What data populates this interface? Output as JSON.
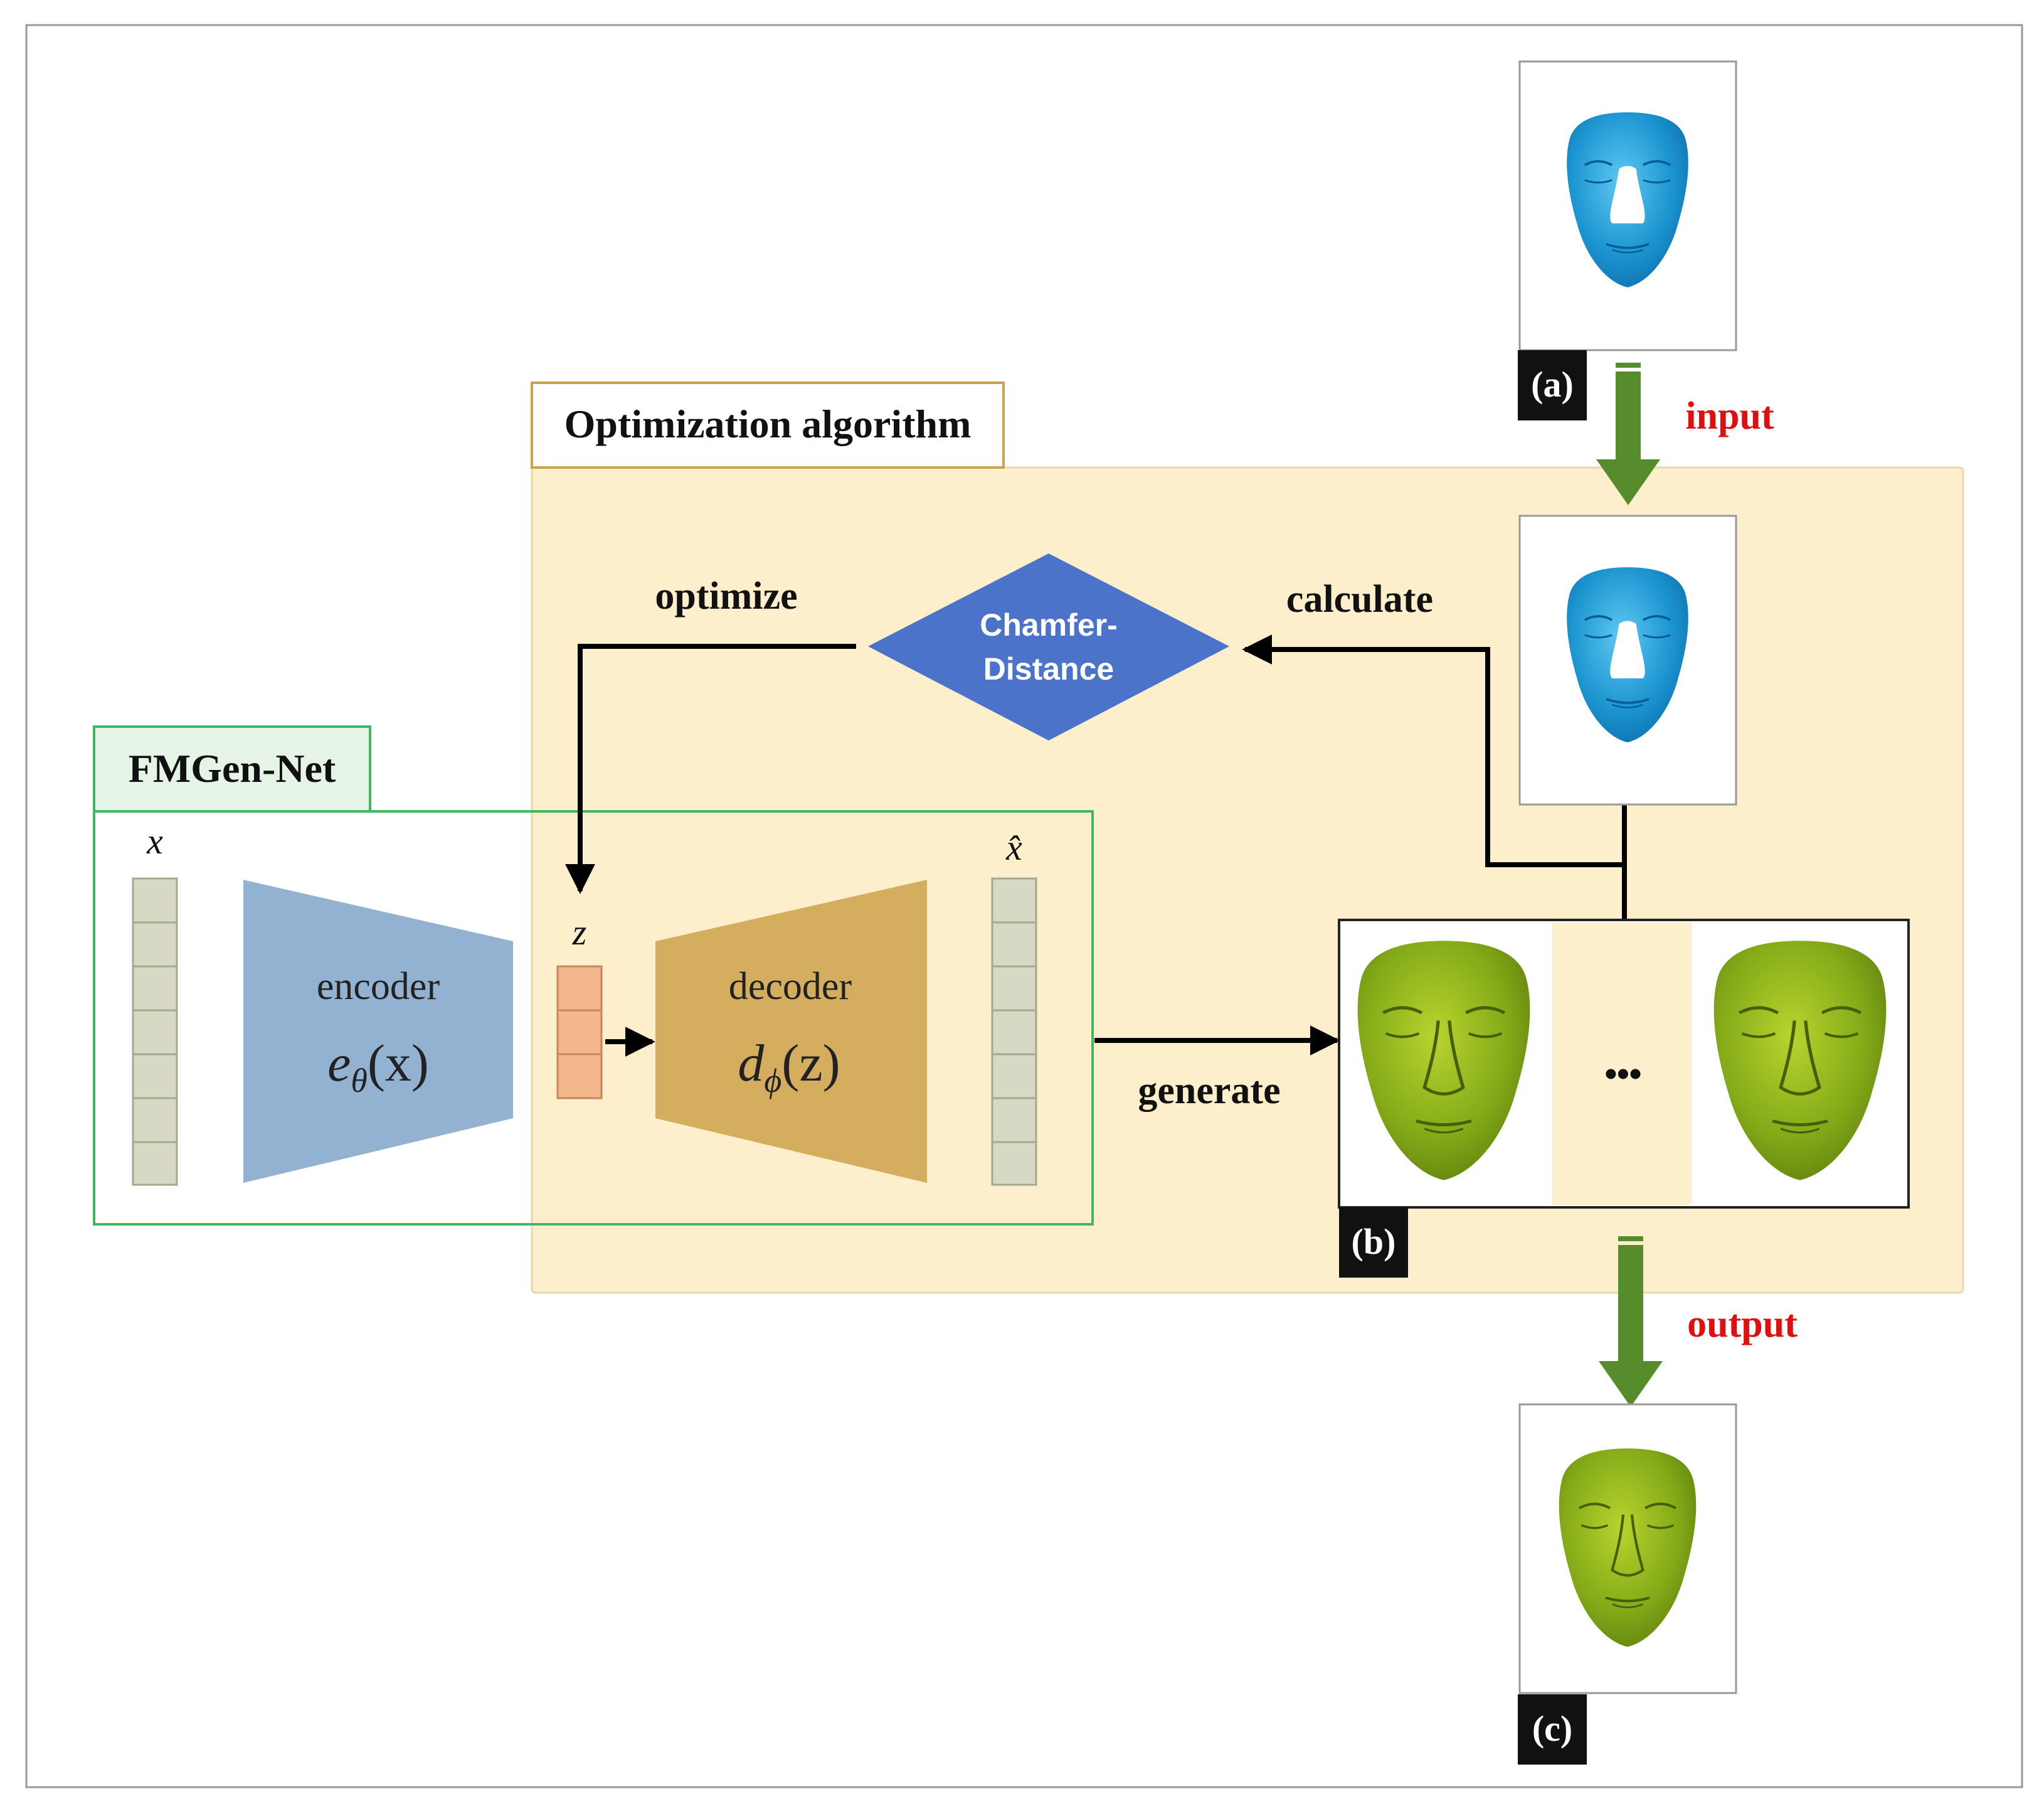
{
  "labels": {
    "optimization_algorithm": "Optimization algorithm",
    "fmgen_net": "FMGen-Net",
    "optimize": "optimize",
    "calculate": "calculate",
    "generate": "generate",
    "input": "input",
    "output": "output",
    "chamfer_line1": "Chamfer-",
    "chamfer_line2": "Distance",
    "encoder": "encoder",
    "decoder": "decoder",
    "ellipsis": "•••"
  },
  "math": {
    "x": "x",
    "x_hat": "x̂",
    "z": "z",
    "encoder_func": {
      "base": "e",
      "sub": "θ",
      "arg": "(x)"
    },
    "decoder_func": {
      "base": "d",
      "sub": "ϕ",
      "arg": "(z)"
    }
  },
  "panel_tags": {
    "a": "(a)",
    "b": "(b)",
    "c": "(c)"
  },
  "colors": {
    "optimization_bg": "#fdefcc",
    "optimization_border": "#c9a34a",
    "fmgen_border": "#3db860",
    "fmgen_label_bg": "#e6f4e6",
    "encoder": "#93b2d2",
    "decoder": "#d4ad5e",
    "z_cell": "#f2b78c",
    "vector_cell": "#d7d9c4",
    "diamond": "#4a73c9",
    "green_arrow": "#568c2b",
    "red_text": "#e01010",
    "face_blue": "#1b94d0",
    "face_green": "#84aa18",
    "tag_bg": "#111111"
  },
  "icons": {
    "input_face": "blue-face-mesh-icon",
    "generated_face": "green-face-mesh-icon"
  }
}
